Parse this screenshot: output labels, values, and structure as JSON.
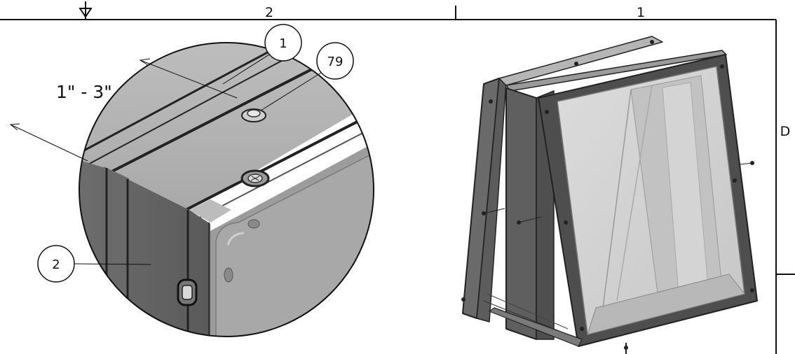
{
  "zones": {
    "top_left": "2",
    "top_right": "1",
    "side": "D"
  },
  "dimension_note": "1\" - 3\"",
  "balloons": {
    "frame": "1",
    "screw": "79",
    "side_panel": "2"
  }
}
